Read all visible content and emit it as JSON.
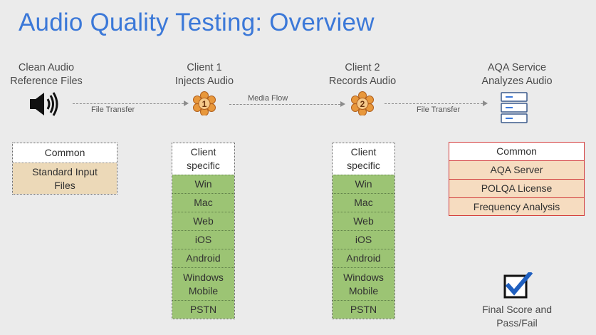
{
  "title": "Audio Quality Testing: Overview",
  "nodes": {
    "reference": [
      "Clean Audio",
      "Reference Files"
    ],
    "client1": [
      "Client 1",
      "Injects Audio"
    ],
    "client2": [
      "Client 2",
      "Records Audio"
    ],
    "aqa": [
      "AQA Service",
      "Analyzes Audio"
    ]
  },
  "badges": {
    "client1": "1",
    "client2": "2"
  },
  "flows": {
    "file_transfer_1": "File Transfer",
    "media_flow": "Media Flow",
    "file_transfer_2": "File Transfer"
  },
  "reference_table": {
    "header": "Common",
    "rows": [
      "Standard Input Files"
    ]
  },
  "client1_table": {
    "header": [
      "Client",
      "specific"
    ],
    "rows": [
      "Win",
      "Mac",
      "Web",
      "iOS",
      "Android",
      "Windows Mobile",
      "PSTN"
    ]
  },
  "client2_table": {
    "header": [
      "Client",
      "specific"
    ],
    "rows": [
      "Win",
      "Mac",
      "Web",
      "iOS",
      "Android",
      "Windows Mobile",
      "PSTN"
    ]
  },
  "aqa_table": {
    "header": "Common",
    "rows": [
      "AQA Server",
      "POLQA License",
      "Frequency Analysis"
    ]
  },
  "final": [
    "Final Score and",
    "Pass/Fail"
  ],
  "colors": {
    "title": "#3b78d8",
    "green": "#9cc474",
    "tan": "#ecd9b8",
    "red_border": "#d23b3b",
    "red_fill": "#f6dcc0",
    "checkbox": "#1f5fbf"
  },
  "icons": [
    "speaker-icon",
    "client-1-icon",
    "client-2-icon",
    "server-icon",
    "checkbox-icon"
  ]
}
